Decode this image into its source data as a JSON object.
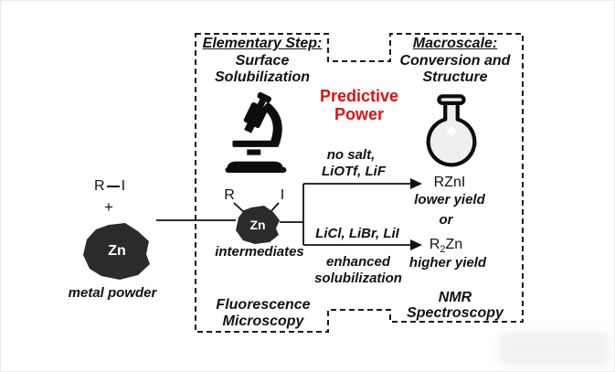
{
  "colors": {
    "accent_red": "#e01010",
    "blob_dark": "#2b2b2b"
  },
  "reactants": {
    "r": "R",
    "i": "I",
    "plus": "+",
    "zn": "Zn",
    "caption": "metal powder"
  },
  "elementary_panel": {
    "title": "Elementary Step:",
    "subtitle1": "Surface",
    "subtitle2": "Solubilization",
    "icon": "microscope-icon",
    "intermediate": {
      "r": "R",
      "i": "I",
      "zn": "Zn",
      "caption": "intermediates"
    },
    "footer1": "Fluorescence",
    "footer2": "Microscopy"
  },
  "predictive_power": {
    "line1": "Predictive",
    "line2": "Power"
  },
  "macroscale_panel": {
    "title": "Macroscale:",
    "subtitle1": "Conversion and",
    "subtitle2": "Structure",
    "icon": "round-bottom-flask-icon",
    "upper_path": {
      "cond1": "no salt,",
      "cond2": "LiOTf, LiF",
      "product": "RZnI",
      "yield": "lower yield"
    },
    "or": "or",
    "lower_path": {
      "cond": "LiCl, LiBr, LiI",
      "product_r": "R",
      "product_sub": "2",
      "product_zn": "Zn",
      "yield": "higher yield",
      "note1": "enhanced",
      "note2": "solubilization"
    },
    "footer1": "NMR",
    "footer2": "Spectroscopy"
  }
}
